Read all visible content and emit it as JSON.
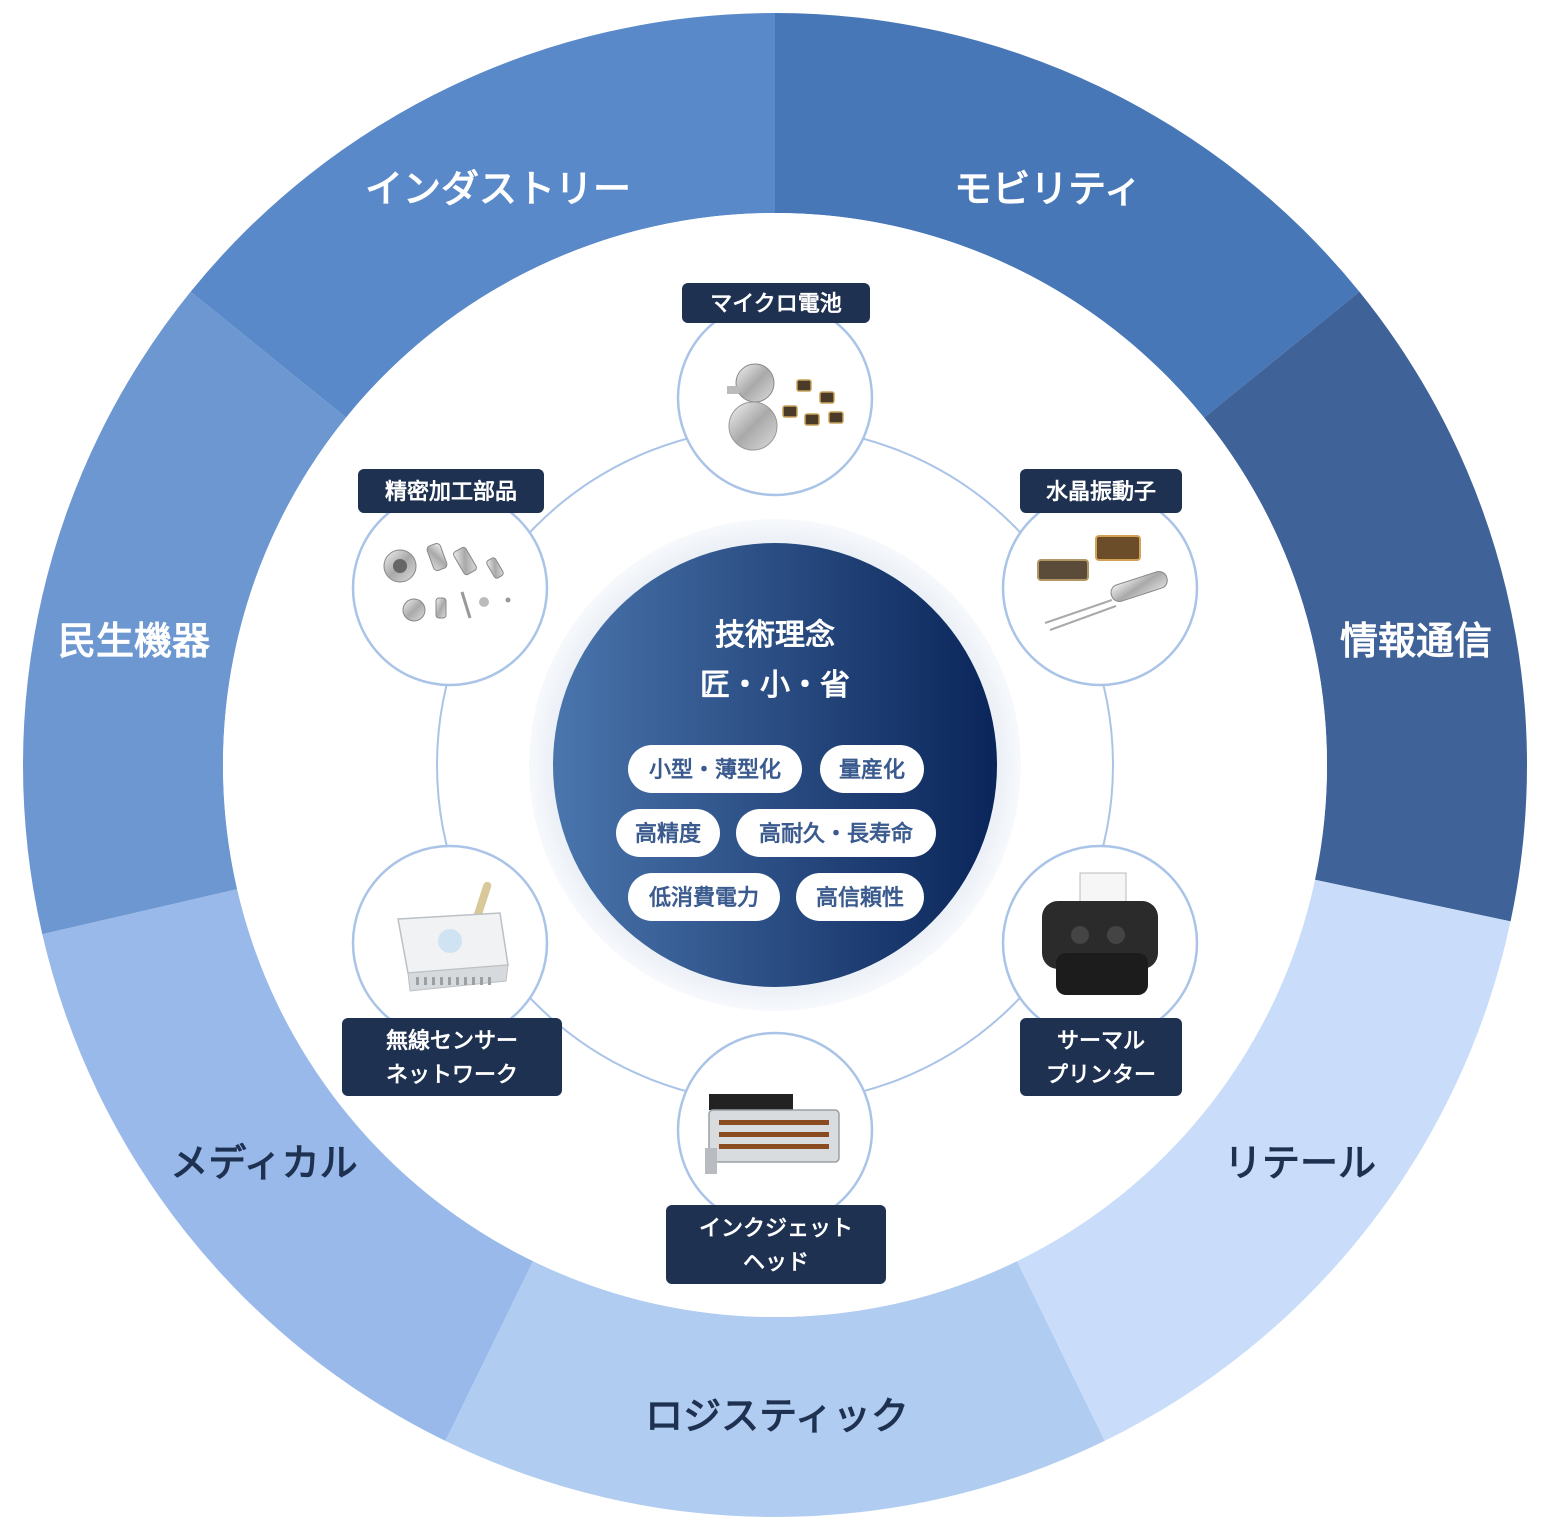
{
  "segments": [
    {
      "label": "インダストリー",
      "color": "#5a89c9",
      "text_color": "#ffffff"
    },
    {
      "label": "モビリティ",
      "color": "#4877b8",
      "text_color": "#ffffff"
    },
    {
      "label": "情報通信",
      "color": "#3f6298",
      "text_color": "#ffffff"
    },
    {
      "label": "リテール",
      "color": "#c9ddfa",
      "text_color": "#1f3150"
    },
    {
      "label": "ロジスティック",
      "color": "#b0ccf1",
      "text_color": "#1f3150"
    },
    {
      "label": "メディカル",
      "color": "#98b9ea",
      "text_color": "#1f3150"
    },
    {
      "label": "民生機器",
      "color": "#6d97d1",
      "text_color": "#ffffff"
    }
  ],
  "core": {
    "title_line1": "技術理念",
    "title_line2": "匠・小・省",
    "pills": [
      "小型・薄型化",
      "量産化",
      "高精度",
      "高耐久・長寿命",
      "低消費電力",
      "高信頼性"
    ]
  },
  "products": [
    {
      "lines": [
        "マイクロ電池"
      ],
      "icon": "micro-battery-icon"
    },
    {
      "lines": [
        "水晶振動子"
      ],
      "icon": "crystal-oscillator-icon"
    },
    {
      "lines": [
        "サーマル",
        "プリンター"
      ],
      "icon": "thermal-printer-icon"
    },
    {
      "lines": [
        "インクジェット",
        "ヘッド"
      ],
      "icon": "inkjet-head-icon"
    },
    {
      "lines": [
        "無線センサー",
        "ネットワーク"
      ],
      "icon": "wireless-sensor-icon"
    },
    {
      "lines": [
        "精密加工部品"
      ],
      "icon": "precision-parts-icon"
    }
  ],
  "colors": {
    "tag_bg": "#1f3150",
    "core_gradient_start": "#4a75ad",
    "core_gradient_end": "#0a2559",
    "ring_line": "#aac4e8",
    "pill_text": "#3b5b8f"
  }
}
